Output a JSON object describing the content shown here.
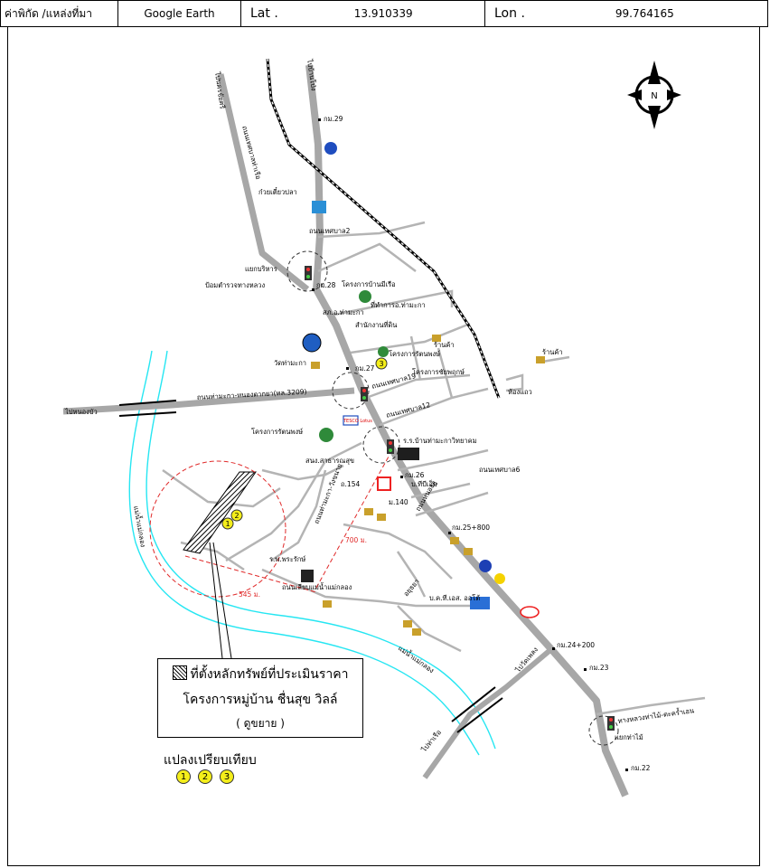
{
  "header": {
    "coord_source_label": "ค่าพิกัด /แหล่งที่มา",
    "source": "Google Earth",
    "lat_label": "Lat .",
    "lat_value": "13.910339",
    "lon_label": "Lon .",
    "lon_value": "99.764165"
  },
  "compass": {
    "letter": "N"
  },
  "map_labels": {
    "nakhon_chai_si": "ไปนครชัยศรี",
    "wat_phleng": "ไปวัดเพลง",
    "bang_phae": "ไปบ้านโป่ง",
    "nong_bua": "ไปหนองบัว",
    "tanon_sukhapiban2": "ถนนเทศบาล2",
    "ayutthaya": "อยุธยา",
    "thesaban_road": "ถนนเทศบาลท่าเรือ",
    "km29": "กม.29",
    "km28": "กม.28",
    "km27": "กม.27",
    "km26": "กม.26",
    "km25_800": "กม.25+800",
    "km24_200": "กม.24+200",
    "km23": "กม.23",
    "km22": "กม.22",
    "kuay_tiew": "ก๋วยเตี๋ยวปลา",
    "yaek_borihan": "แยกบริหาร",
    "police_box": "ป้อมตำรวจทางหลวง",
    "project_mai": "โครงการบ้านมีเรือ",
    "tha_maka_office": "ที่ทำการอ.ท่ามะกา",
    "tha_maka_dist": "สภ.อ.ท่ามะกา",
    "land_office": "สำนักงานที่ดิน",
    "wat_tha_maka": "วัดท่ามะกา",
    "road_tha_maka": "ถนนท่ามะกา-หนองตากยา(ทล.3209)",
    "road_thesaban19": "ถนนเทศบาล19",
    "road_thesaban12": "ถนนเทศบาล12",
    "road_thesaban6": "ถนนเทศบาล6",
    "shop_a": "ร้านค้า",
    "shop_b": "ร้านค้า",
    "project_ratanapat": "โครงการรัตนพงษ์",
    "project_chuthong": "โครงการชัยพฤกษ์",
    "school": "ร.ร.บ้านท่ามะกาวิทยาคม",
    "lotus": "TESCO Lotus",
    "project_ratanapat2": "โครงการรัตนพงษ์",
    "gov_office": "สนง.สาธารณสุข",
    "km_road_label": "ถ.154",
    "bank": "บ.ทีบีเอ็ม",
    "m140": "ม.140",
    "project_bang_kung": "ถนนท่ามะกา-วังขนาย",
    "meter700": "700 ม.",
    "meter545": "545 ม.",
    "rai_pa": "ร.พ.พระรักษ์",
    "road_wat_tha_maka": "ถนนเลียบแม่น้ำแม่กลอง",
    "nong_lu": "ถนนหนองลู",
    "pc_bank": "บ.ค.ที.เอส. ออโต้",
    "mae_nam_mae_klong": "แม่น้ำแม่กลอง",
    "mae_nam_mae_klong2": "แม่น้ำแม่กลอง",
    "tha_lo": "ไปท่าเรือ",
    "talat": "ห้องแถว",
    "yaek_tha_mai": "แยกท่าไม้",
    "road_tha_mai": "ทางหลวงท่าไม้-ตะคร้ำเอน"
  },
  "legend": {
    "line1": "ที่ตั้งหลักทรัพย์ที่ประเมินราคา",
    "line2": "โครงการหมู่บ้าน ชื่นสุข วิลล์",
    "line3": "( ดูขยาย )"
  },
  "comparison": {
    "title": "แปลงเปรียบเทียบ",
    "markers": [
      "1",
      "2",
      "3"
    ]
  },
  "colors": {
    "river": "#26e6f2",
    "road": "#a7a7a7",
    "buffer": "#e02a2a",
    "marker": "#f4ee1a"
  }
}
